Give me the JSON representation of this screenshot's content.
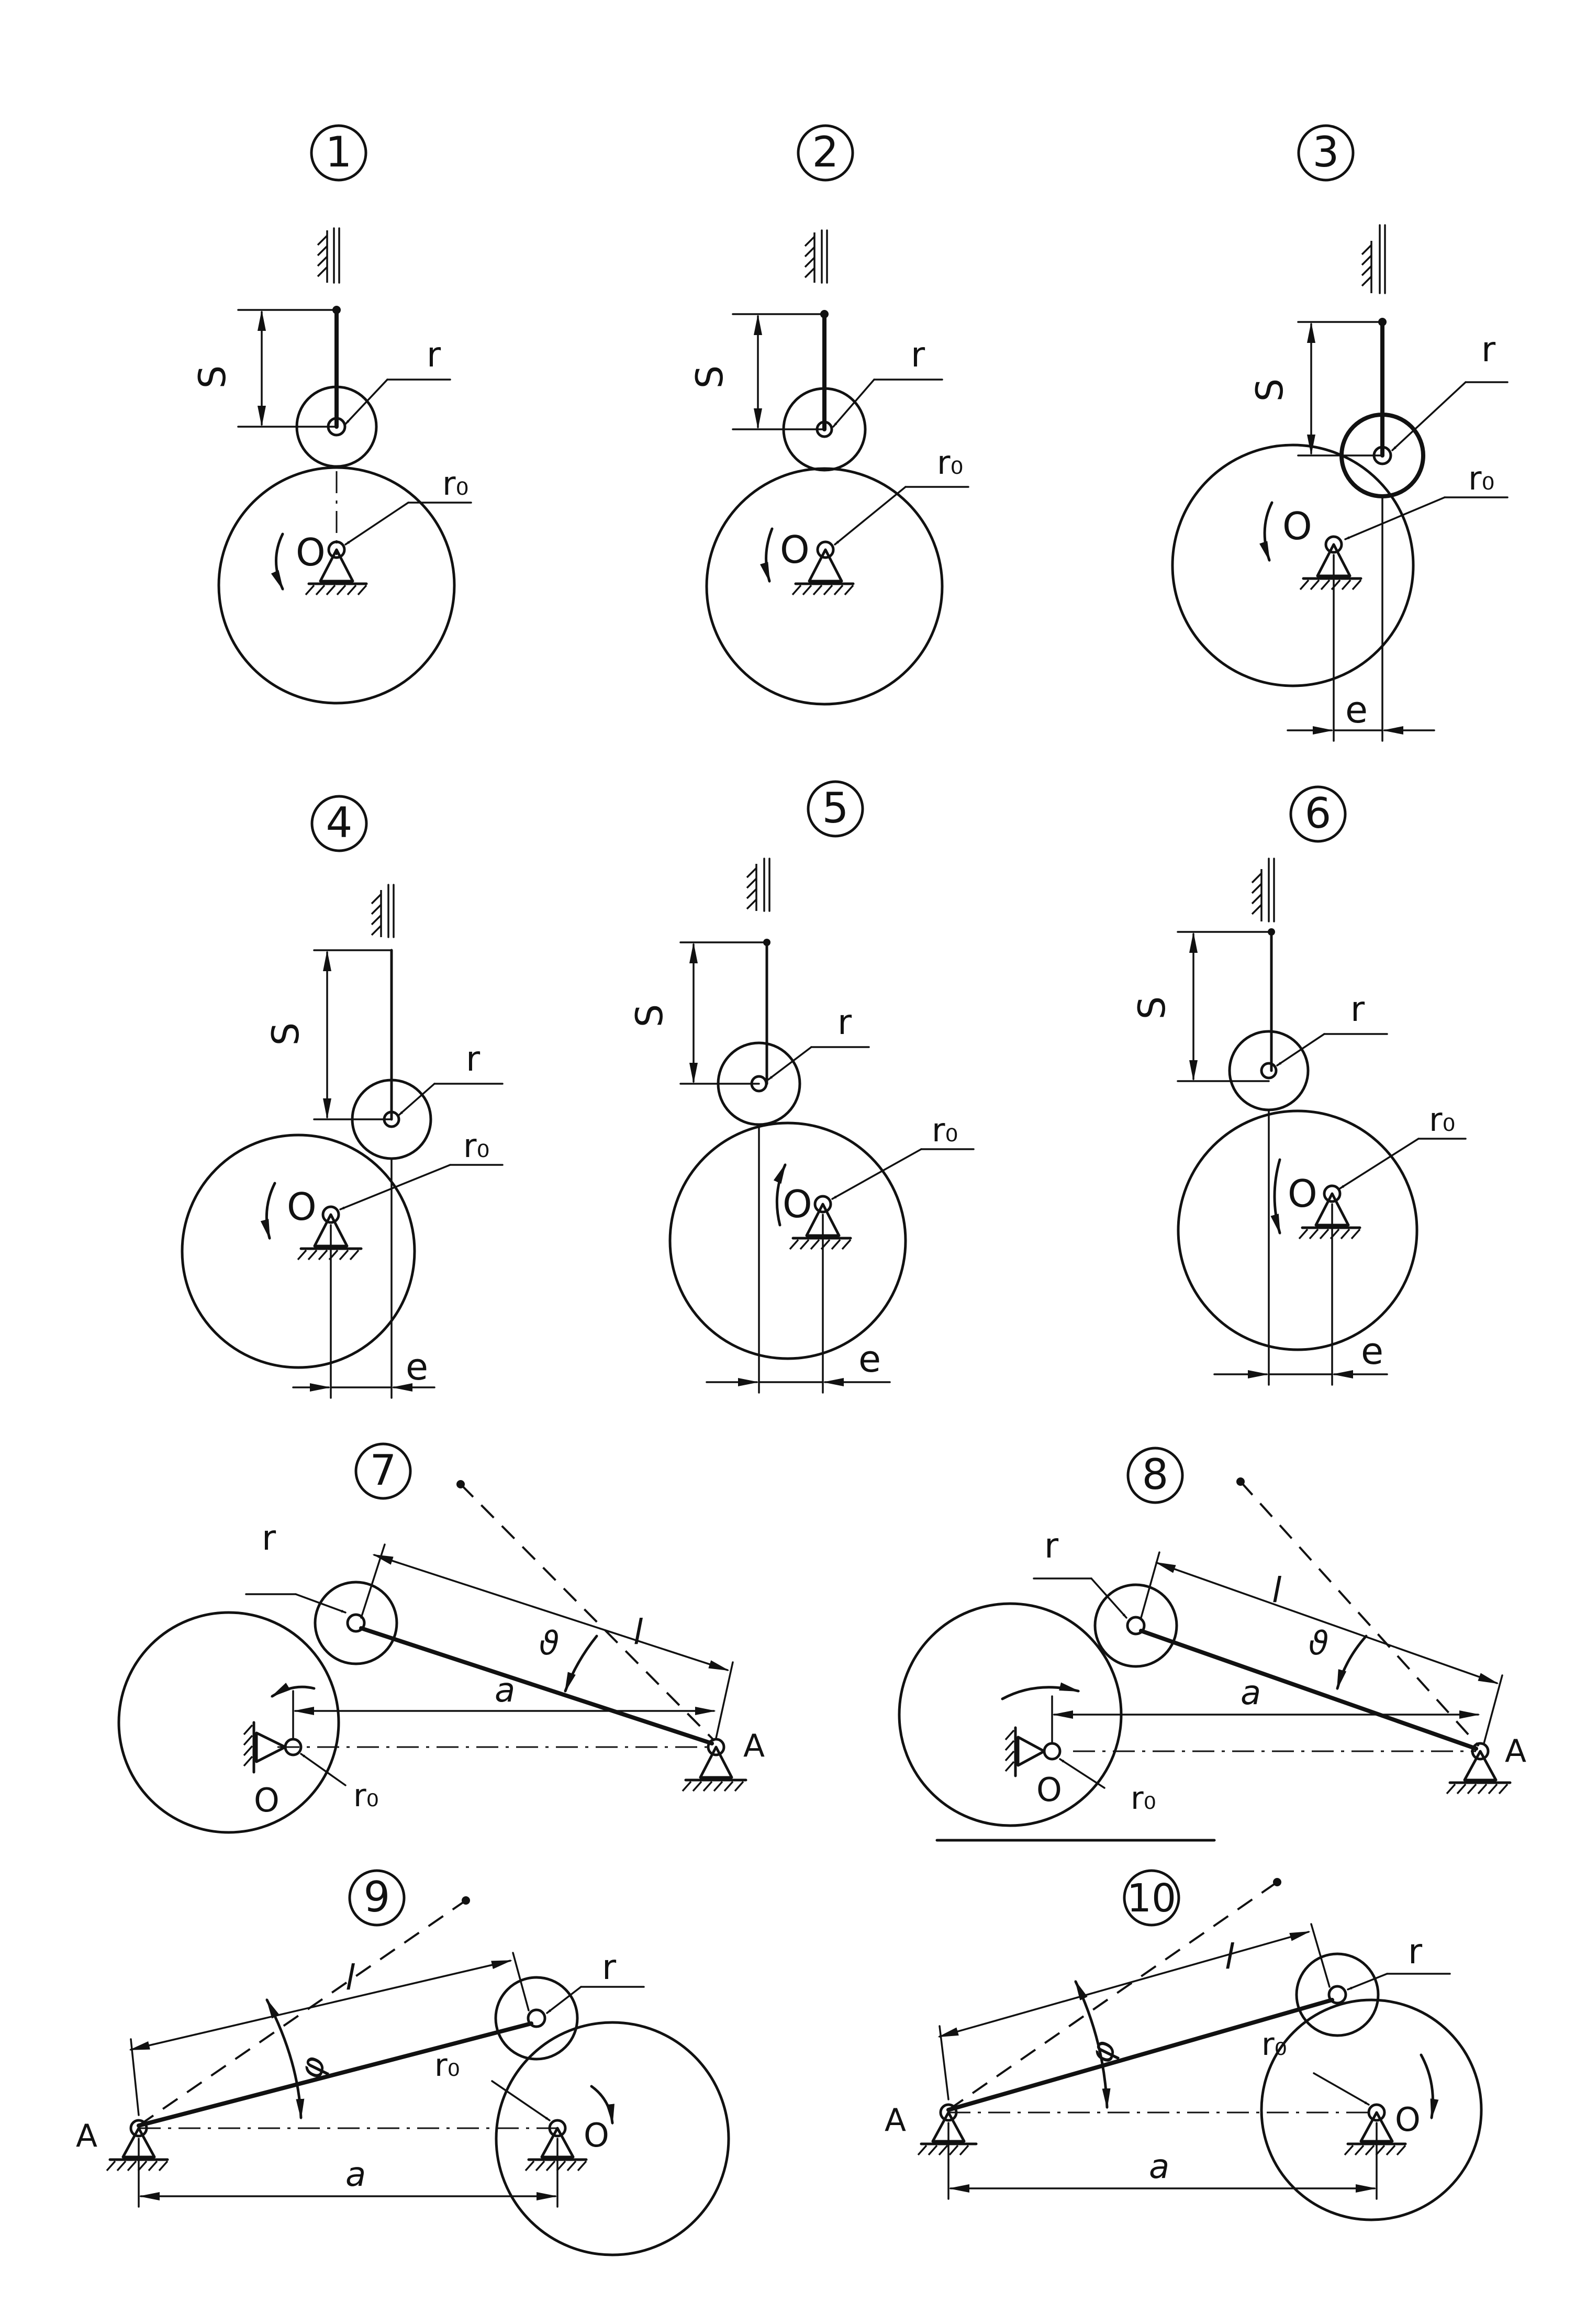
{
  "figures": [
    {
      "number": "1",
      "labels": {
        "s": "S",
        "r": "r",
        "r0": "r₀",
        "center": "O"
      }
    },
    {
      "number": "2",
      "labels": {
        "s": "S",
        "r": "r",
        "r0": "r₀",
        "center": "O"
      }
    },
    {
      "number": "3",
      "labels": {
        "s": "S",
        "r": "r",
        "r0": "r₀",
        "center": "O",
        "e": "e"
      }
    },
    {
      "number": "4",
      "labels": {
        "s": "S",
        "r": "r",
        "r0": "r₀",
        "center": "O",
        "e": "e"
      }
    },
    {
      "number": "5",
      "labels": {
        "s": "S",
        "r": "r",
        "r0": "r₀",
        "center": "O",
        "e": "e"
      }
    },
    {
      "number": "6",
      "labels": {
        "s": "S",
        "r": "r",
        "r0": "r₀",
        "center": "O",
        "e": "e"
      }
    },
    {
      "number": "7",
      "labels": {
        "r": "r",
        "l": "l",
        "angle": "ϑ",
        "a": "a",
        "pivot": "A",
        "center": "O",
        "r0": "r₀"
      }
    },
    {
      "number": "8",
      "labels": {
        "r": "r",
        "l": "l",
        "angle": "ϑ",
        "a": "a",
        "pivot": "A",
        "center": "O",
        "r0": "r₀"
      }
    },
    {
      "number": "9",
      "labels": {
        "l": "l",
        "r": "r",
        "angle": "φ",
        "r0": "r₀",
        "pivot": "A",
        "center": "O",
        "a": "a"
      }
    },
    {
      "number": "10",
      "labels": {
        "l": "l",
        "r": "r",
        "angle": "φ",
        "r0": "r₀",
        "pivot": "A",
        "center": "O",
        "a": "a"
      }
    }
  ]
}
